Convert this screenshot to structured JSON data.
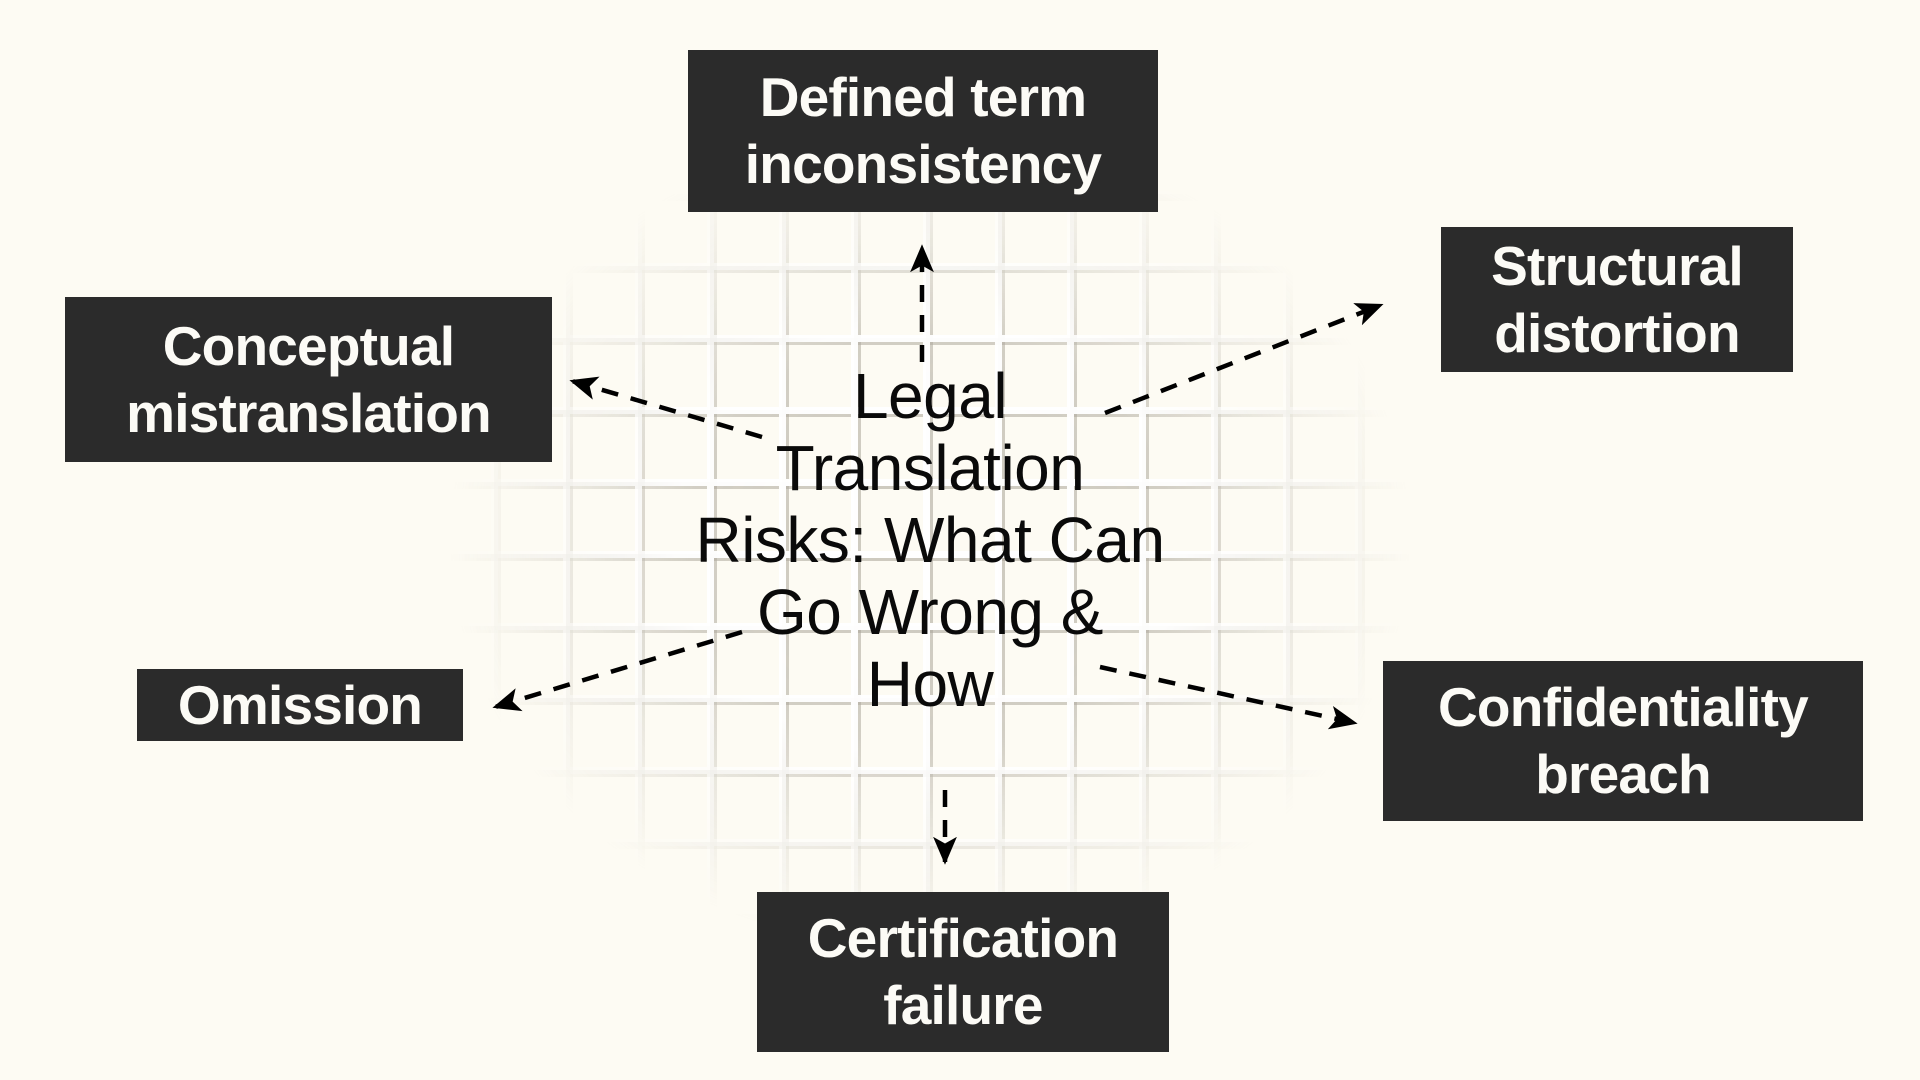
{
  "page": {
    "background_color": "#FDFBF3",
    "grid_line_color": "#FFFFFF",
    "box_fill_color": "#2B2B2B",
    "box_text_color": "#FCFBF6",
    "center_text_color": "#0A0A0A",
    "connector_color": "#000000"
  },
  "center": {
    "title": "Legal\nTranslation\nRisks: What Can\nGo Wrong &\nHow"
  },
  "risks": [
    {
      "id": "defined-term-inconsistency",
      "label": "Defined term\ninconsistency",
      "direction": "up"
    },
    {
      "id": "structural-distortion",
      "label": "Structural\ndistortion",
      "direction": "up-right"
    },
    {
      "id": "confidentiality-breach",
      "label": "Confidentiality\nbreach",
      "direction": "down-right"
    },
    {
      "id": "certification-failure",
      "label": "Certification\nfailure",
      "direction": "down"
    },
    {
      "id": "omission",
      "label": "Omission",
      "direction": "down-left"
    },
    {
      "id": "conceptual-mistranslation",
      "label": "Conceptual\nmistranslation",
      "direction": "up-left"
    }
  ],
  "connectors": [
    {
      "id": "connector-to-defined-term",
      "style": "dashed-arrow"
    },
    {
      "id": "connector-to-structural",
      "style": "dashed-arrow"
    },
    {
      "id": "connector-to-confidentiality",
      "style": "dashed-arrow"
    },
    {
      "id": "connector-to-certification",
      "style": "dashed-arrow"
    },
    {
      "id": "connector-to-omission",
      "style": "dashed-arrow"
    },
    {
      "id": "connector-to-conceptual",
      "style": "dashed-arrow"
    }
  ]
}
